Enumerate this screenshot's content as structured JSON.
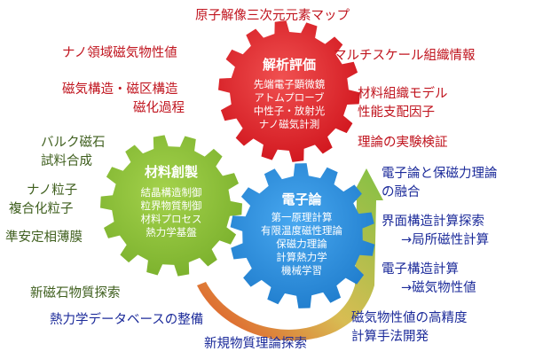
{
  "analysis_gear": {
    "title": "解析評価",
    "items": [
      "先端電子顕微鏡",
      "アトムプローブ",
      "中性子・放射光",
      "ナノ磁気計測"
    ],
    "color": "#e8222a"
  },
  "materials_gear": {
    "title": "材料創製",
    "items": [
      "結晶構造制御",
      "粒界物質制御",
      "材料プロセス",
      "熱力学基盤"
    ],
    "color": "#8cc43c"
  },
  "electron_gear": {
    "title": "電子論",
    "items": [
      "第一原理計算",
      "有限温度磁性理論",
      "保磁力理論",
      "計算熱力学",
      "機械学習"
    ],
    "color": "#2a8fe0"
  },
  "red_labels": {
    "top": "原子解像三次元元素マップ",
    "nano_domain": "ナノ領域磁気物性値",
    "multiscale": "マルチスケール組織情報",
    "structure_1": "磁気構造・磁区構造",
    "structure_2": "磁化過程",
    "model_1": "材料組織モデル",
    "model_2": "性能支配因子",
    "verify": "理論の実験検証"
  },
  "green_labels": {
    "bulk_1": "バルク磁石",
    "bulk_2": "試料合成",
    "nano_1": "ナノ粒子",
    "nano_2": "複合化粒子",
    "metastable": "準安定相薄膜",
    "search": "新磁石物質探索"
  },
  "blue_labels": {
    "fusion_1": "電子論と保磁力理論",
    "fusion_2": "の融合",
    "interface_1": "界面構造計算探索",
    "interface_2": "→局所磁性計算",
    "electronic_1": "電子構造計算",
    "electronic_2": "→磁気物性値",
    "precision_1": "磁気物性値の高精度",
    "precision_2": "計算手法開発",
    "thermo_db": "熱力学データベースの整備",
    "new_theory": "新規物質理論探索"
  }
}
